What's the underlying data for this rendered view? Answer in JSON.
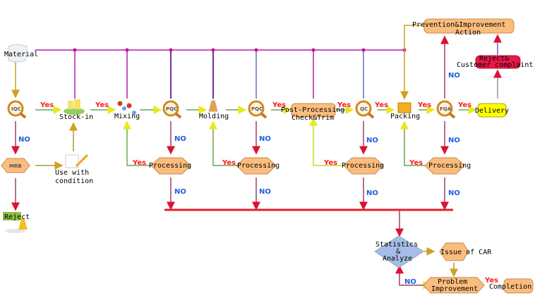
{
  "nodes": {
    "material": "Material",
    "iqc": "IQC",
    "stock_in": "Stock-in",
    "mixing": "Mixing",
    "pqc1": "PQC",
    "molding": "Molding",
    "pqc2": "PQC",
    "post_processing_1": "Post-Processing",
    "post_processing_2": "Check&Trim",
    "qc": "QC",
    "packing": "Packing",
    "fqa": "FQA",
    "delivery": "Delivery",
    "mrb": "MRB",
    "use_with_condition_1": "Use with",
    "use_with_condition_2": "condition",
    "reject": "Reject",
    "processing": "Processing",
    "prevention_1": "Prevention&Improvement",
    "prevention_2": "Action",
    "reject_complaint_1": "Reject&",
    "reject_complaint_2": "Customer complaint",
    "statistics_1": "Statistics",
    "statistics_2": "&",
    "statistics_3": "Analyze",
    "issue_car": "Issue of CAR",
    "problem_1": "Problem",
    "problem_2": "Improvement",
    "completion": "Completion"
  },
  "labels": {
    "yes": "Yes",
    "no": "NO"
  },
  "colors": {
    "node_fill": "#fbbd7e",
    "node_stroke": "#c9884a",
    "bus_line": "#b01fa8",
    "error_bar": "#e8202a",
    "no_arrow": "#cc2233",
    "yes_arrow": "#6aa84f",
    "delivery_fill": "#ffff00",
    "complaint_fill": "#e8184a",
    "diamond_fill": "#a8bce8"
  }
}
